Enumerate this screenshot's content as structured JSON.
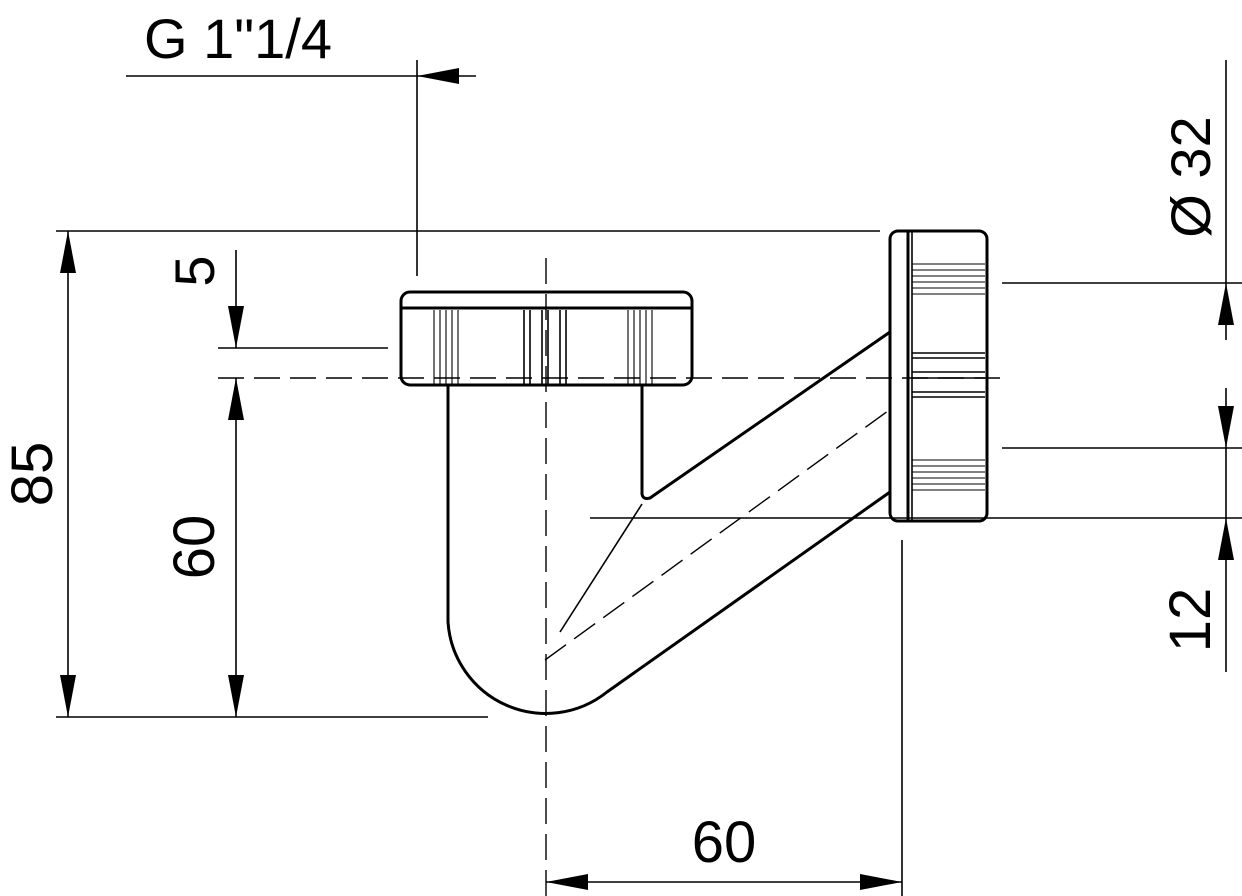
{
  "drawing": {
    "subject": "siphon trap outlet",
    "line_color": "#000000",
    "background_color": "#ffffff"
  },
  "dimensions": {
    "thread": "G 1\"1/4",
    "diameter": "Ø 32",
    "total_height": "85",
    "top_offset": "5",
    "trap_depth": "60",
    "outlet_offset": "12",
    "horizontal_offset": "60"
  }
}
